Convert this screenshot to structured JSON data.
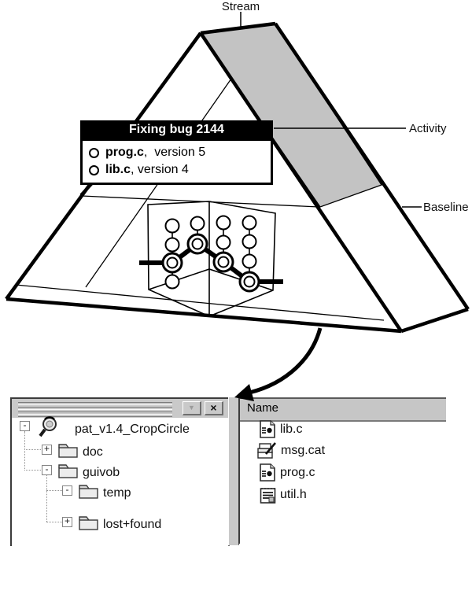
{
  "diagram": {
    "labels": {
      "stream": "Stream",
      "activity": "Activity",
      "baseline": "Baseline"
    },
    "activity_box": {
      "title": "Fixing bug 2144",
      "items": [
        {
          "file": "prog.c",
          "version": ",  version 5"
        },
        {
          "file": "lib.c",
          "version": ", version 4"
        }
      ]
    },
    "version_tree": {
      "chains": [
        {
          "versions": 4,
          "selected_index": 2
        },
        {
          "versions": 2,
          "selected_index": 1
        },
        {
          "versions": 3,
          "selected_index": 2
        },
        {
          "versions": 4,
          "selected_index": 3
        }
      ]
    },
    "colors": {
      "stream_band": "#c3c3c3",
      "outline": "#000000"
    }
  },
  "explorer": {
    "left_pane": {
      "toolbar": {
        "dropdown_glyph": "▼",
        "close_glyph": "×"
      },
      "tree": [
        {
          "label": "pat_v1.4_CropCircle",
          "expander": "-",
          "icon": "magnifier-view-icon"
        },
        {
          "label": "doc",
          "expander": "+",
          "icon": "folder-icon"
        },
        {
          "label": "guivob",
          "expander": "-",
          "icon": "folder-icon"
        },
        {
          "label": "temp",
          "expander": "-",
          "icon": "folder-icon"
        },
        {
          "label": "lost+found",
          "expander": "+",
          "icon": "folder-icon"
        }
      ]
    },
    "right_pane": {
      "header": "Name",
      "files": [
        {
          "name": "lib.c",
          "icon": "c-source-file-icon"
        },
        {
          "name": "msg.cat",
          "icon": "catalog-file-icon"
        },
        {
          "name": "prog.c",
          "icon": "c-source-file-icon"
        },
        {
          "name": "util.h",
          "icon": "header-file-icon"
        }
      ]
    }
  }
}
